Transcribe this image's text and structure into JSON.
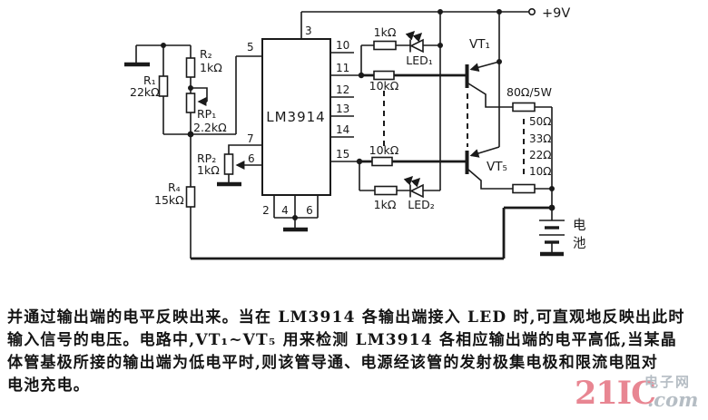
{
  "supply": {
    "label": "+9V"
  },
  "ic": {
    "label": "LM3914",
    "pin_top": "3",
    "pin_left": {
      "p5": "5",
      "p7": "7",
      "p6": "6"
    },
    "pin_right": {
      "p10": "10",
      "p11": "11",
      "p12": "12",
      "p13": "13",
      "p14": "14",
      "p15": "15"
    },
    "pin_bottom": {
      "b1": "2",
      "b2": "4",
      "b3": "6"
    }
  },
  "components": {
    "r1_name": "R₁",
    "r1_value": "22kΩ",
    "r2_name": "R₂",
    "r2_value": "1kΩ",
    "rp1_name": "RP₁",
    "rp1_value": "2.2kΩ",
    "rp2_name": "RP₂",
    "rp2_value": "1kΩ",
    "r4_name": "R₄",
    "r4_value": "15kΩ",
    "led1_series_r": "1kΩ",
    "led1_label": "LED₁",
    "vt1_base_r": "10kΩ",
    "vt5_base_r": "10kΩ",
    "led2_series_r": "1kΩ",
    "led2_label": "LED₂",
    "vt1_label": "VT₁",
    "vt5_label": "VT₅",
    "power_resistor": "80Ω/5W",
    "chain_r1": "50Ω",
    "chain_r2": "33Ω",
    "chain_r3": "22Ω",
    "chain_r4": "10Ω",
    "battery_label_top": "电",
    "battery_label_bottom": "池"
  },
  "caption": {
    "line1": "并通过输出端的电平反映出来。当在 LM3914 各输出端接入 LED 时,可直观地反映出此时",
    "line2": "输入信号的电压。电路中,VT₁~VT₅ 用来检测 LM3914 各相应输出端的电平高低,当某晶",
    "line3": "体管基极所接的输出端为低电平时,则该管导通、电源经该管的发射极集电极和限流电阻对",
    "line4": "电池充电。"
  },
  "watermark": {
    "brand": "21IC",
    "domain": ".com",
    "cn": "电子网",
    "brand_color": "#e4717f",
    "grey_color": "#a9b2ba"
  },
  "ink_color": "#1a1a1a"
}
